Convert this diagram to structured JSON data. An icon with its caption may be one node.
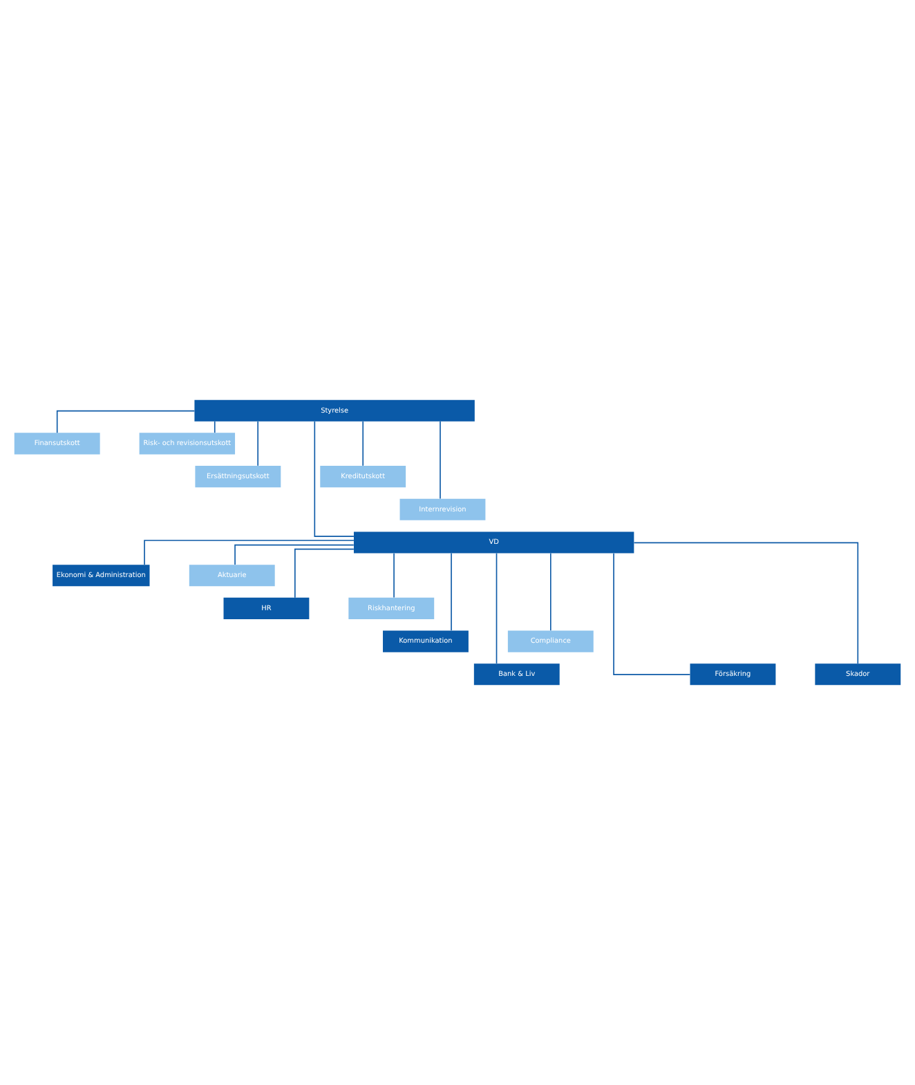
{
  "diagram": {
    "nodes": [
      {
        "text": [
          "Styrelse"
        ]
      },
      {
        "text": [
          "Finansutskott"
        ]
      },
      {
        "text": [
          "Risk- och revisionsutskott"
        ]
      },
      {
        "text": [
          "Ersättningsutskott"
        ]
      },
      {
        "text": [
          "Kreditutskott"
        ]
      },
      {
        "text": [
          "Internrevision"
        ]
      },
      {
        "text": [
          "VD"
        ]
      },
      {
        "text": [
          "Ekonomi & Administration"
        ]
      },
      {
        "text": [
          "Aktuarie"
        ]
      },
      {
        "text": [
          "HR"
        ]
      },
      {
        "text": [
          "Riskhantering"
        ]
      },
      {
        "text": [
          "Kommunikation"
        ]
      },
      {
        "text": [
          "Compliance"
        ]
      },
      {
        "text": [
          "Bank & Liv"
        ]
      },
      {
        "text": [
          "Försäkring"
        ]
      },
      {
        "text": [
          "Skador"
        ]
      }
    ],
    "edges": [
      {
        "from": 0,
        "to": 1,
        "arrow": "none"
      },
      {
        "from": 0,
        "to": 2,
        "arrow": "none"
      },
      {
        "from": 0,
        "to": 3,
        "arrow": "none"
      },
      {
        "from": 0,
        "to": 4,
        "arrow": "none"
      },
      {
        "from": 0,
        "to": 5,
        "arrow": "none"
      },
      {
        "from": 0,
        "to": 6,
        "arrow": "none"
      },
      {
        "from": 6,
        "to": 7,
        "arrow": "none"
      },
      {
        "from": 6,
        "to": 8,
        "arrow": "none"
      },
      {
        "from": 6,
        "to": 9,
        "arrow": "none"
      },
      {
        "from": 6,
        "to": 10,
        "arrow": "none"
      },
      {
        "from": 6,
        "to": 11,
        "arrow": "none"
      },
      {
        "from": 6,
        "to": 12,
        "arrow": "none"
      },
      {
        "from": 6,
        "to": 13,
        "arrow": "none"
      },
      {
        "from": 6,
        "to": 14,
        "arrow": "none"
      },
      {
        "from": 6,
        "to": 15,
        "arrow": "none"
      }
    ]
  }
}
